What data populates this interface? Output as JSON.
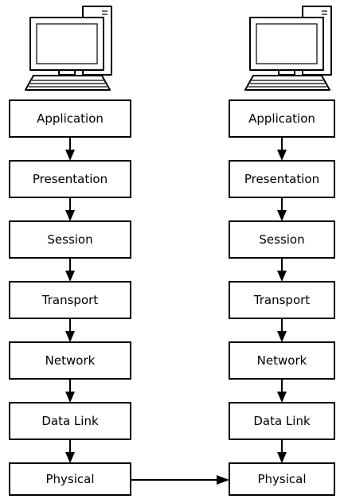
{
  "diagram": {
    "hosts": [
      {
        "computer_icon": "desktop-computer-icon",
        "layers": [
          "Application",
          "Presentation",
          "Session",
          "Transport",
          "Network",
          "Data Link",
          "Physical"
        ]
      },
      {
        "computer_icon": "desktop-computer-icon",
        "layers": [
          "Application",
          "Presentation",
          "Session",
          "Transport",
          "Network",
          "Data Link",
          "Physical"
        ]
      }
    ]
  }
}
